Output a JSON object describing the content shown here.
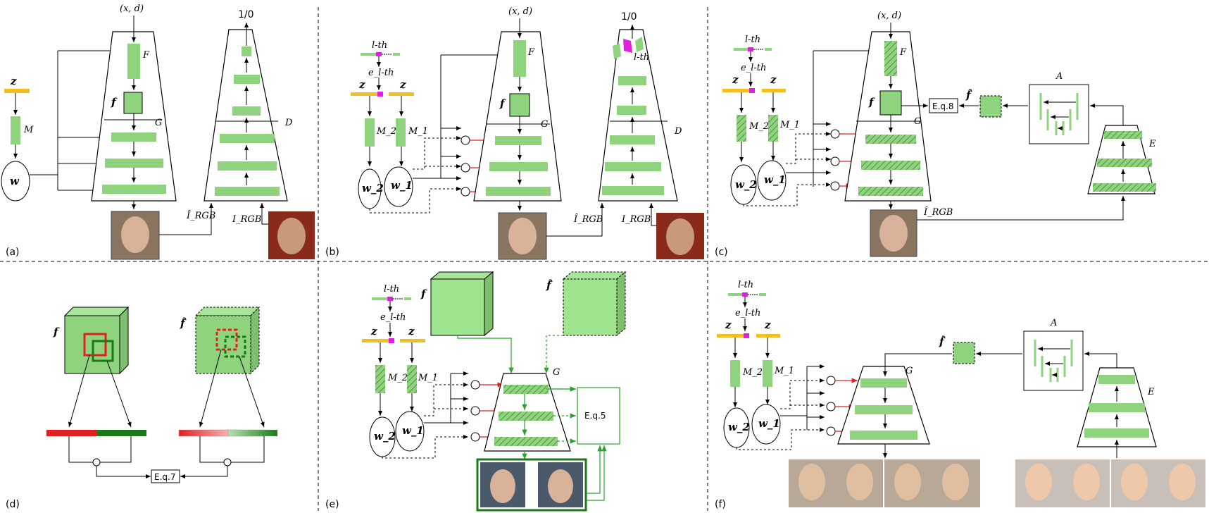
{
  "panels": {
    "a": {
      "tag": "(a)",
      "input_label": "(x, d)",
      "output_label": "1/0",
      "F": "F",
      "f": "f",
      "G": "G",
      "D": "D",
      "M": "M",
      "z": "z",
      "w": "w",
      "I_hat": "Î_RGB",
      "I": "I_RGB"
    },
    "b": {
      "tag": "(b)",
      "input_label": "(x, d)",
      "output_label": "1/0",
      "lth": "l-th",
      "elth": "e_l-th",
      "lth_right": "l-th",
      "M2": "M_2",
      "M1": "M_1",
      "w2": "w_2",
      "w1": "w_1",
      "F": "F",
      "f": "f",
      "G": "G",
      "D": "D",
      "z": "z",
      "I_hat": "Î_RGB",
      "I": "I_RGB"
    },
    "c": {
      "tag": "(c)",
      "input_label": "(x, d)",
      "lth": "l-th",
      "elth": "e_l-th",
      "M2": "M_2",
      "M1": "M_1",
      "w2": "w_2",
      "w1": "w_1",
      "F": "F",
      "f": "f",
      "f_hat": "f̂",
      "G": "G",
      "E": "E",
      "A": "A",
      "z": "z",
      "eq": "E.q.8",
      "I_hat": "Î_RGB"
    },
    "d": {
      "tag": "(d)",
      "f": "f",
      "f_hat": "f̂",
      "eq": "E.q.7"
    },
    "e": {
      "tag": "(e)",
      "lth": "l-th",
      "elth": "e_l-th",
      "M2": "M_2",
      "M1": "M_1",
      "w2": "w_2",
      "w1": "w_1",
      "f": "f",
      "f_hat": "f̂",
      "G": "G",
      "z": "z",
      "eq": "E.q.5"
    },
    "f": {
      "tag": "(f)",
      "lth": "l-th",
      "elth": "e_l-th",
      "M2": "M_2",
      "M1": "M_1",
      "w2": "w_2",
      "w1": "w_1",
      "f_hat": "f̂",
      "G": "G",
      "E": "E",
      "A": "A",
      "z": "z"
    }
  },
  "colors": {
    "bar_green": "#8fd37f",
    "dark_green": "#1a7a1a",
    "red": "#e02020",
    "magenta": "#e020e0",
    "yellow": "#f0c020"
  }
}
